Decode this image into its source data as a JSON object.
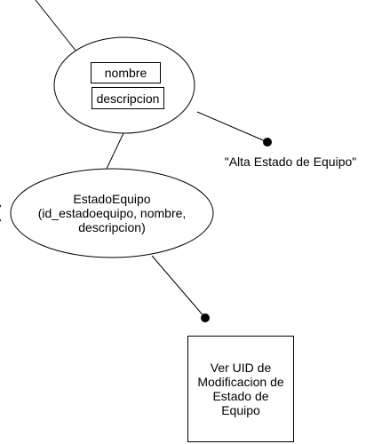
{
  "diagram": {
    "attribute_group": {
      "fields": [
        "nombre",
        "descripcion"
      ]
    },
    "entity": {
      "label_lines": [
        "EstadoEquipo",
        "(id_estadoequipo, nombre,",
        "descripcion)"
      ]
    },
    "action": {
      "label": "\"Alta Estado de Equipo\""
    },
    "view": {
      "label": "Ver UID de Modificacion de Estado de Equipo"
    }
  }
}
